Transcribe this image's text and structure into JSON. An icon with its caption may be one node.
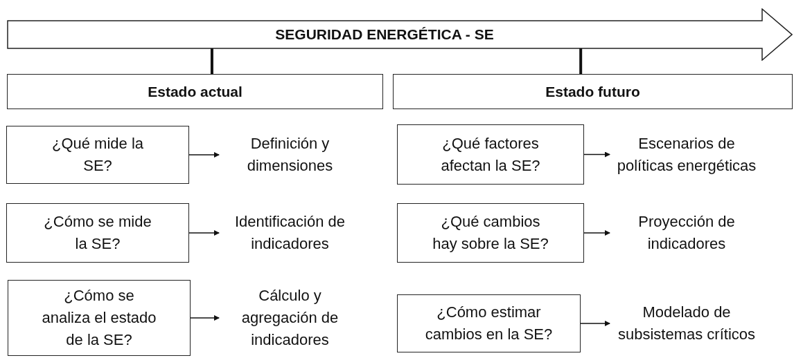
{
  "diagram": {
    "nodes": [
      {
        "text": [
          "SEGURIDAD ENERGÉTICA - SE"
        ]
      },
      {
        "text": [
          "Estado actual"
        ]
      },
      {
        "text": [
          "Estado futuro"
        ]
      },
      {
        "text": [
          "¿Qué mide la SE?"
        ]
      },
      {
        "text": [
          "Definición y dimensiones"
        ]
      },
      {
        "text": [
          "¿Qué factores afectan la SE?"
        ]
      },
      {
        "text": [
          "Escenarios de políticas energéticas"
        ]
      },
      {
        "text": [
          "¿Cómo se mide la SE?"
        ]
      },
      {
        "text": [
          "Identificación de indicadores"
        ]
      },
      {
        "text": [
          "¿Qué cambios hay sobre la SE?"
        ]
      },
      {
        "text": [
          "Proyección de indicadores"
        ]
      },
      {
        "text": [
          "¿Cómo se analiza el estado de la SE?"
        ]
      },
      {
        "text": [
          "Cálculo y agregación de indicadores"
        ]
      },
      {
        "text": [
          "¿Cómo estimar cambios en la SE?"
        ]
      },
      {
        "text": [
          "Modelado de subsistemas críticos"
        ]
      }
    ],
    "edges": [
      {
        "from": 0,
        "to": 1,
        "arrow": "none",
        "style": "thick"
      },
      {
        "from": 0,
        "to": 2,
        "arrow": "none",
        "style": "thick"
      },
      {
        "from": 3,
        "to": 4,
        "arrow": "to"
      },
      {
        "from": 5,
        "to": 6,
        "arrow": "to"
      },
      {
        "from": 7,
        "to": 8,
        "arrow": "to"
      },
      {
        "from": 9,
        "to": 10,
        "arrow": "to"
      },
      {
        "from": 11,
        "to": 12,
        "arrow": "to"
      },
      {
        "from": 13,
        "to": 14,
        "arrow": "to"
      }
    ]
  }
}
